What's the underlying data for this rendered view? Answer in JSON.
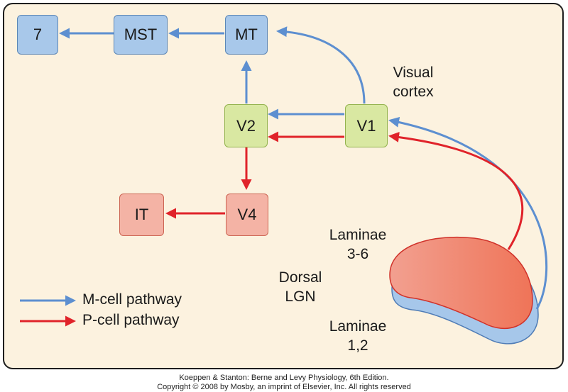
{
  "nodes": {
    "area7": "7",
    "mst": "MST",
    "mt": "MT",
    "v2": "V2",
    "v1": "V1",
    "v4": "V4",
    "it": "IT"
  },
  "labels": {
    "visual_cortex": [
      "Visual",
      "cortex"
    ],
    "laminae_upper": [
      "Laminae",
      "3-6"
    ],
    "dorsal_lgn": [
      "Dorsal",
      "LGN"
    ],
    "laminae_lower": [
      "Laminae",
      "1,2"
    ]
  },
  "legend": {
    "m_cell": "M-cell pathway",
    "p_cell": "P-cell pathway"
  },
  "colors": {
    "m_cell": "#5d8fd0",
    "p_cell": "#e0232a",
    "background": "#fcf2df"
  },
  "credit": {
    "line1": "Koeppen & Stanton: Berne and Levy Physiology, 6th Edition.",
    "line2": "Copyright © 2008 by Mosby, an imprint of Elsevier, Inc. All rights reserved"
  }
}
